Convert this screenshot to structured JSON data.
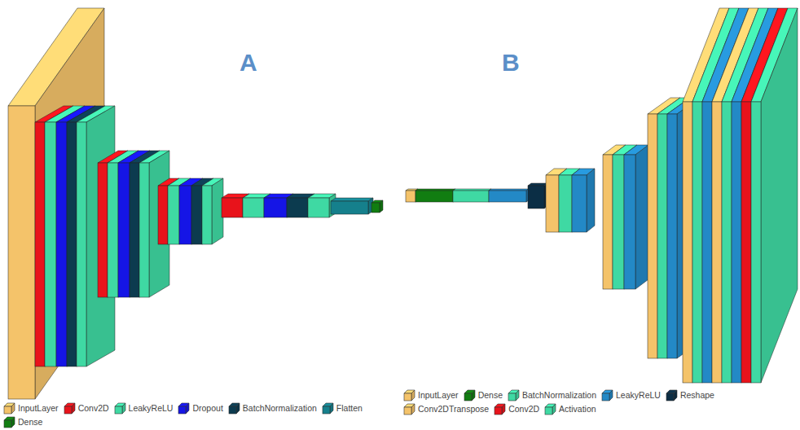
{
  "diagram": {
    "labels": [
      "A",
      "B"
    ],
    "legend": [
      {
        "text": "InputLayer",
        "color": "#f4c36a"
      },
      {
        "text": "Conv2D",
        "color": "#e8131b"
      },
      {
        "text": "LeakyReLU",
        "color": "#3fd9a3"
      },
      {
        "text": "Dropout",
        "color": "#1515e6"
      },
      {
        "text": "BatchNormalization",
        "color": "#0c3b4f"
      },
      {
        "text": "Flatten",
        "color": "#15808c"
      },
      {
        "text": "Dense",
        "color": "#117d11"
      },
      {
        "text": "InputLayer",
        "color": "#f4c36a"
      },
      {
        "text": "Dense",
        "color": "#117d11"
      },
      {
        "text": "BatchNormalization",
        "color": "#3fd9a3"
      },
      {
        "text": "LeakyReLU",
        "color": "#2389c6"
      },
      {
        "text": "Reshape",
        "color": "#0b2e45"
      },
      {
        "text": "Conv2DTranspose",
        "color": "#f4c36a"
      },
      {
        "text": "Conv2D",
        "color": "#e8131b"
      },
      {
        "text": "Activation",
        "color": "#3fd9a3"
      }
    ]
  }
}
